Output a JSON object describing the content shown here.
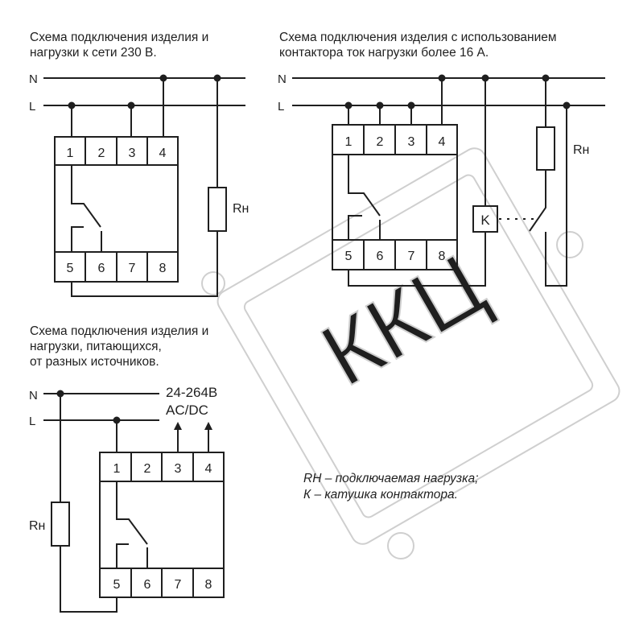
{
  "diagram1": {
    "caption": [
      "Схема подключения изделия и",
      "нагрузки к сети 230 В."
    ],
    "line_n": "N",
    "line_l": "L",
    "terminals_top": [
      "1",
      "2",
      "3",
      "4"
    ],
    "terminals_bottom": [
      "5",
      "6",
      "7",
      "8"
    ],
    "load_label": "Rн"
  },
  "diagram2": {
    "caption": [
      "Схема подключения изделия с использованием",
      "контактора ток нагрузки более 16 А."
    ],
    "line_n": "N",
    "line_l": "L",
    "terminals_top": [
      "1",
      "2",
      "3",
      "4"
    ],
    "terminals_bottom": [
      "5",
      "6",
      "7",
      "8"
    ],
    "coil_label": "K",
    "load_label": "Rн"
  },
  "diagram3": {
    "caption": [
      "Схема подключения изделия и",
      "нагрузки, питающихся,",
      "от разных источников."
    ],
    "line_n": "N",
    "line_l": "L",
    "supply_label": [
      "24-264В",
      "AC/DC"
    ],
    "terminals_top": [
      "1",
      "2",
      "3",
      "4"
    ],
    "terminals_bottom": [
      "5",
      "6",
      "7",
      "8"
    ],
    "load_label": "Rн"
  },
  "legend": [
    "RH – подключаемая нагрузка;",
    "К – катушка контактора."
  ],
  "watermark": {
    "text": "ККЦ",
    "color": "#cccccc"
  },
  "colors": {
    "line": "#1f1f1f",
    "watermark": "#cfcfcf"
  }
}
